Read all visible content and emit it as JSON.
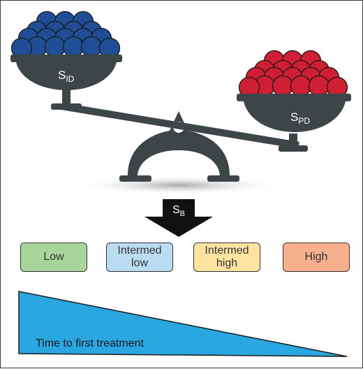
{
  "balance": {
    "left_bowl": {
      "label_main": "S",
      "label_sub": "ID",
      "ball_color": "#1f4e96"
    },
    "right_bowl": {
      "label_main": "S",
      "label_sub": "PD",
      "ball_color": "#d01e32"
    },
    "scale_color": "#3d4547"
  },
  "arrow": {
    "label_main": "S",
    "label_sub": "B",
    "color": "#111111"
  },
  "categories": [
    {
      "label": "Low",
      "color": "#a8d59c"
    },
    {
      "label": "Intermed\nlow",
      "color": "#b9dcf2"
    },
    {
      "label": "Intermed\nhigh",
      "color": "#fde3a0"
    },
    {
      "label": "High",
      "color": "#f6b08e"
    }
  ],
  "wedge": {
    "label": "Time to first treatment",
    "color": "#2aa7e0"
  }
}
